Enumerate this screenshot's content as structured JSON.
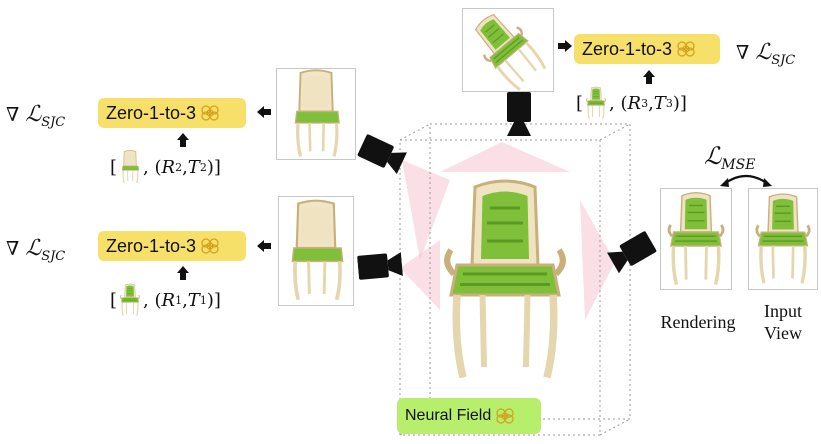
{
  "zero123_label": "Zero-1-to-3",
  "neural_field_label": "Neural Field",
  "grad_loss": {
    "nabla": "∇",
    "L": "ℒ",
    "sub": "SJC"
  },
  "mse_loss": {
    "L": "ℒ",
    "sub": "MSE"
  },
  "tuples": {
    "t1": {
      "R": "R",
      "Rsub": "1",
      "T": "T",
      "Tsub": "1"
    },
    "t2": {
      "R": "R",
      "Rsub": "2",
      "T": "T",
      "Tsub": "2"
    },
    "t3": {
      "R": "R",
      "Rsub": "3",
      "T": "T",
      "Tsub": "3"
    }
  },
  "captions": {
    "rendering": "Rendering",
    "input_line1": "Input",
    "input_line2": "View"
  },
  "colors": {
    "zero123_fill": "#f7e06a",
    "neural_field_fill": "#b7ef6c",
    "frustum_pink": "#f3b8c9",
    "chair_fabric": "#7fbf3a",
    "chair_frame": "#efe3c2"
  },
  "icons": [
    "camera-icon",
    "knot-icon",
    "chair-icon",
    "arrow-icon",
    "curved-double-arrow-icon"
  ]
}
